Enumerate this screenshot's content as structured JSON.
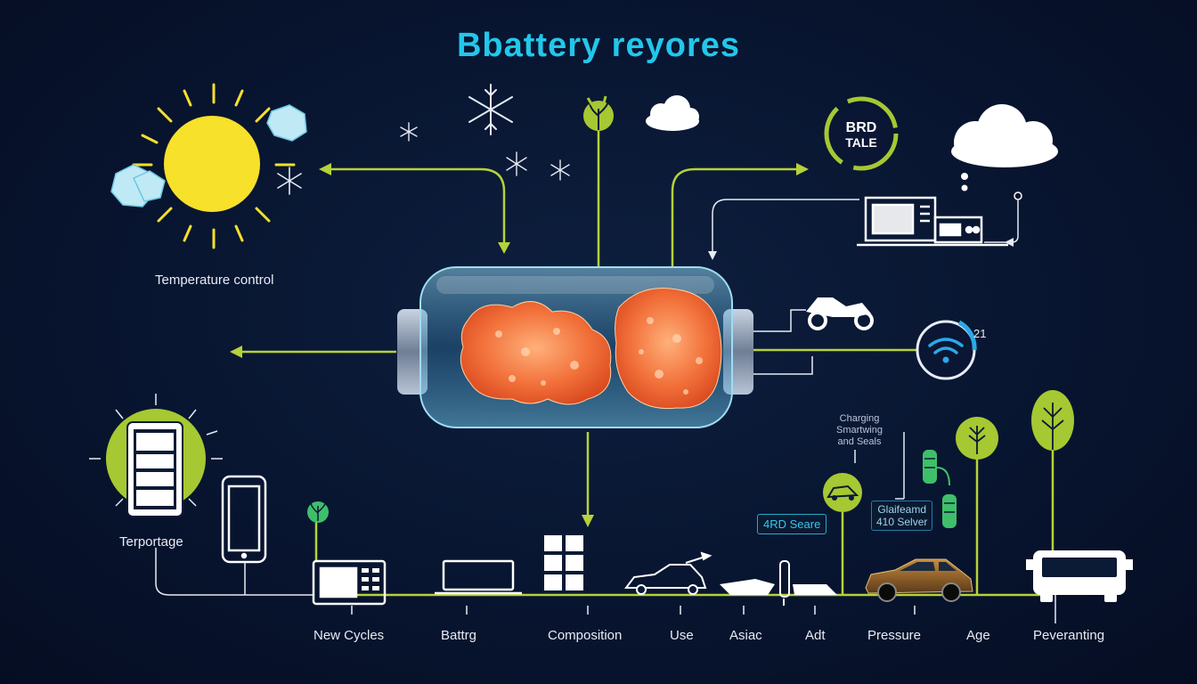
{
  "header": {
    "title": "Bbattery reyores"
  },
  "left": {
    "temperature_label": "Temperature control",
    "storage_label": "Terportage"
  },
  "top_right": {
    "badge_line1": "BRD",
    "badge_line2": "TALE"
  },
  "right": {
    "signal_value": "21",
    "charging_note": [
      "Charging",
      "Smartwing",
      "and Seals"
    ],
    "badge_4rd": "4RD Seare",
    "badge_silver": [
      "Glaifeamd",
      "410 Selver"
    ]
  },
  "bottom_labels": [
    "New Cycles",
    "Battrg",
    "Composition",
    "Use",
    "Asiac",
    "Adt",
    "Pressure",
    "Age",
    "Peveranting"
  ],
  "colors": {
    "title": "#22c7ea",
    "line": "#b6d23a",
    "accent_green": "#a6c832",
    "sun": "#f5e02a",
    "cell_tissue": "#f2703a",
    "icon_white": "#ffffff"
  },
  "icons": [
    "sun-icon",
    "snowflake-icon",
    "plant-icon",
    "cloud-icon",
    "recycle-badge-icon",
    "computer-icon",
    "motorcycle-icon",
    "wifi-icon",
    "phone-icon",
    "tablet-icon",
    "generator-icon",
    "laptop-icon",
    "server-icon",
    "car-icon",
    "boat-icon",
    "tree-icon",
    "bus-icon",
    "battery-icon"
  ]
}
